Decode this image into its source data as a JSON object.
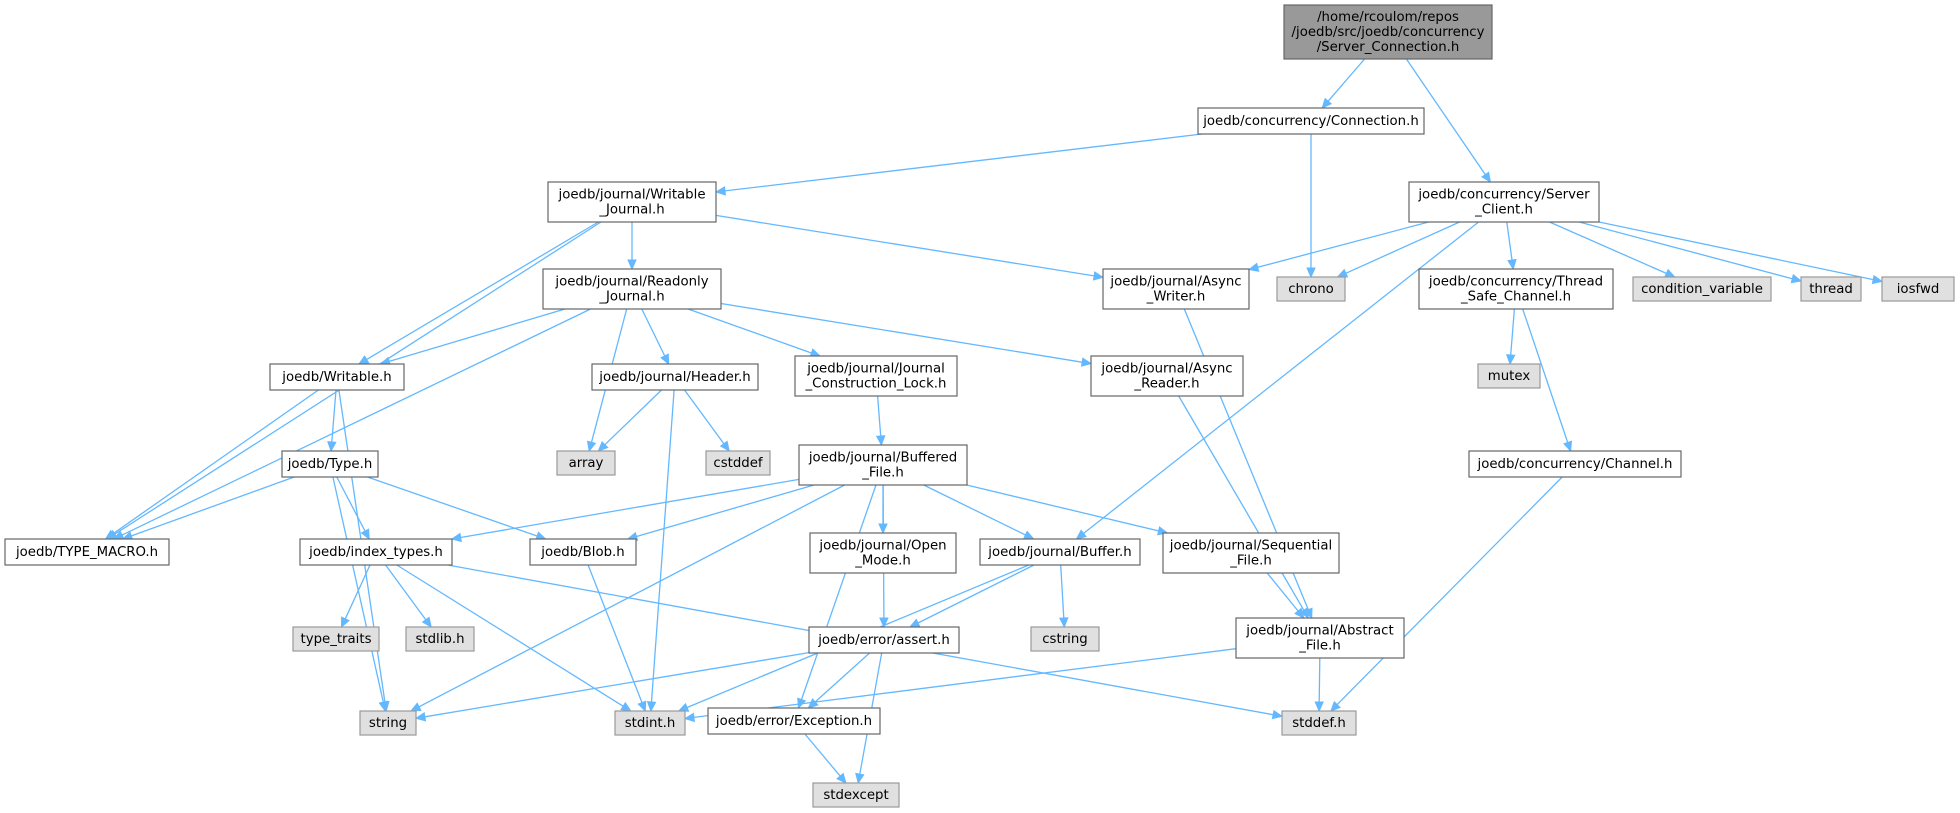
{
  "graph": {
    "colors": {
      "root_fill": "#999999",
      "local_fill": "#ffffff",
      "system_fill": "#e0e0e0",
      "edge": "#63b8ff"
    },
    "nodes": [
      {
        "id": "root",
        "kind": "root",
        "lines": [
          "/home/rcoulom/repos",
          "/joedb/src/joedb/concurrency",
          "/Server_Connection.h"
        ]
      },
      {
        "id": "connection",
        "kind": "local",
        "lines": [
          "joedb/concurrency/Connection.h"
        ]
      },
      {
        "id": "server_client",
        "kind": "local",
        "lines": [
          "joedb/concurrency/Server",
          "_Client.h"
        ]
      },
      {
        "id": "writable_journal",
        "kind": "local",
        "lines": [
          "joedb/journal/Writable",
          "_Journal.h"
        ]
      },
      {
        "id": "readonly_journal",
        "kind": "local",
        "lines": [
          "joedb/journal/Readonly",
          "_Journal.h"
        ]
      },
      {
        "id": "async_writer",
        "kind": "local",
        "lines": [
          "joedb/journal/Async",
          "_Writer.h"
        ]
      },
      {
        "id": "chrono",
        "kind": "system",
        "lines": [
          "chrono"
        ]
      },
      {
        "id": "thread_safe_channel",
        "kind": "local",
        "lines": [
          "joedb/concurrency/Thread",
          "_Safe_Channel.h"
        ]
      },
      {
        "id": "condition_variable",
        "kind": "system",
        "lines": [
          "condition_variable"
        ]
      },
      {
        "id": "thread",
        "kind": "system",
        "lines": [
          "thread"
        ]
      },
      {
        "id": "iosfwd",
        "kind": "system",
        "lines": [
          "iosfwd"
        ]
      },
      {
        "id": "writable",
        "kind": "local",
        "lines": [
          "joedb/Writable.h"
        ]
      },
      {
        "id": "header",
        "kind": "local",
        "lines": [
          "joedb/journal/Header.h"
        ]
      },
      {
        "id": "construction_lock",
        "kind": "local",
        "lines": [
          "joedb/journal/Journal",
          "_Construction_Lock.h"
        ]
      },
      {
        "id": "async_reader",
        "kind": "local",
        "lines": [
          "joedb/journal/Async",
          "_Reader.h"
        ]
      },
      {
        "id": "mutex",
        "kind": "system",
        "lines": [
          "mutex"
        ]
      },
      {
        "id": "type",
        "kind": "local",
        "lines": [
          "joedb/Type.h"
        ]
      },
      {
        "id": "array",
        "kind": "system",
        "lines": [
          "array"
        ]
      },
      {
        "id": "cstddef",
        "kind": "system",
        "lines": [
          "cstddef"
        ]
      },
      {
        "id": "buffered_file",
        "kind": "local",
        "lines": [
          "joedb/journal/Buffered",
          "_File.h"
        ]
      },
      {
        "id": "channel",
        "kind": "local",
        "lines": [
          "joedb/concurrency/Channel.h"
        ]
      },
      {
        "id": "type_macro",
        "kind": "local",
        "lines": [
          "joedb/TYPE_MACRO.h"
        ]
      },
      {
        "id": "index_types",
        "kind": "local",
        "lines": [
          "joedb/index_types.h"
        ]
      },
      {
        "id": "blob",
        "kind": "local",
        "lines": [
          "joedb/Blob.h"
        ]
      },
      {
        "id": "open_mode",
        "kind": "local",
        "lines": [
          "joedb/journal/Open",
          "_Mode.h"
        ]
      },
      {
        "id": "buffer",
        "kind": "local",
        "lines": [
          "joedb/journal/Buffer.h"
        ]
      },
      {
        "id": "sequential_file",
        "kind": "local",
        "lines": [
          "joedb/journal/Sequential",
          "_File.h"
        ]
      },
      {
        "id": "type_traits",
        "kind": "system",
        "lines": [
          "type_traits"
        ]
      },
      {
        "id": "stdlib",
        "kind": "system",
        "lines": [
          "stdlib.h"
        ]
      },
      {
        "id": "assert",
        "kind": "local",
        "lines": [
          "joedb/error/assert.h"
        ]
      },
      {
        "id": "cstring",
        "kind": "system",
        "lines": [
          "cstring"
        ]
      },
      {
        "id": "abstract_file",
        "kind": "local",
        "lines": [
          "joedb/journal/Abstract",
          "_File.h"
        ]
      },
      {
        "id": "string",
        "kind": "system",
        "lines": [
          "string"
        ]
      },
      {
        "id": "stdint",
        "kind": "system",
        "lines": [
          "stdint.h"
        ]
      },
      {
        "id": "exception",
        "kind": "local",
        "lines": [
          "joedb/error/Exception.h"
        ]
      },
      {
        "id": "stddef",
        "kind": "system",
        "lines": [
          "stddef.h"
        ]
      },
      {
        "id": "stdexcept",
        "kind": "system",
        "lines": [
          "stdexcept"
        ]
      }
    ],
    "edges": [
      [
        "root",
        "connection"
      ],
      [
        "root",
        "server_client"
      ],
      [
        "connection",
        "writable_journal"
      ],
      [
        "connection",
        "chrono"
      ],
      [
        "server_client",
        "async_writer"
      ],
      [
        "server_client",
        "chrono"
      ],
      [
        "server_client",
        "thread_safe_channel"
      ],
      [
        "server_client",
        "condition_variable"
      ],
      [
        "server_client",
        "thread"
      ],
      [
        "server_client",
        "iosfwd"
      ],
      [
        "server_client",
        "buffer"
      ],
      [
        "writable_journal",
        "readonly_journal"
      ],
      [
        "writable_journal",
        "async_writer"
      ],
      [
        "writable_journal",
        "writable"
      ],
      [
        "writable_journal",
        "type_macro"
      ],
      [
        "readonly_journal",
        "writable"
      ],
      [
        "readonly_journal",
        "header"
      ],
      [
        "readonly_journal",
        "construction_lock"
      ],
      [
        "readonly_journal",
        "async_reader"
      ],
      [
        "readonly_journal",
        "array"
      ],
      [
        "readonly_journal",
        "type_macro"
      ],
      [
        "async_writer",
        "abstract_file"
      ],
      [
        "thread_safe_channel",
        "mutex"
      ],
      [
        "thread_safe_channel",
        "channel"
      ],
      [
        "writable",
        "type"
      ],
      [
        "writable",
        "type_macro"
      ],
      [
        "writable",
        "string"
      ],
      [
        "header",
        "array"
      ],
      [
        "header",
        "cstddef"
      ],
      [
        "header",
        "stdint"
      ],
      [
        "construction_lock",
        "buffered_file"
      ],
      [
        "async_reader",
        "abstract_file"
      ],
      [
        "type",
        "type_macro"
      ],
      [
        "type",
        "index_types"
      ],
      [
        "type",
        "blob"
      ],
      [
        "type",
        "string"
      ],
      [
        "buffered_file",
        "index_types"
      ],
      [
        "buffered_file",
        "blob"
      ],
      [
        "buffered_file",
        "open_mode"
      ],
      [
        "buffered_file",
        "buffer"
      ],
      [
        "buffered_file",
        "sequential_file"
      ],
      [
        "buffered_file",
        "assert"
      ],
      [
        "buffered_file",
        "exception"
      ],
      [
        "buffered_file",
        "string"
      ],
      [
        "channel",
        "stddef"
      ],
      [
        "index_types",
        "type_traits"
      ],
      [
        "index_types",
        "stdlib"
      ],
      [
        "index_types",
        "stdint"
      ],
      [
        "index_types",
        "stddef"
      ],
      [
        "blob",
        "stdint"
      ],
      [
        "buffer",
        "assert"
      ],
      [
        "buffer",
        "cstring"
      ],
      [
        "buffer",
        "stdint"
      ],
      [
        "sequential_file",
        "abstract_file"
      ],
      [
        "assert",
        "string"
      ],
      [
        "assert",
        "exception"
      ],
      [
        "assert",
        "stdexcept"
      ],
      [
        "abstract_file",
        "stddef"
      ],
      [
        "abstract_file",
        "stdint"
      ],
      [
        "exception",
        "stdexcept"
      ]
    ]
  }
}
